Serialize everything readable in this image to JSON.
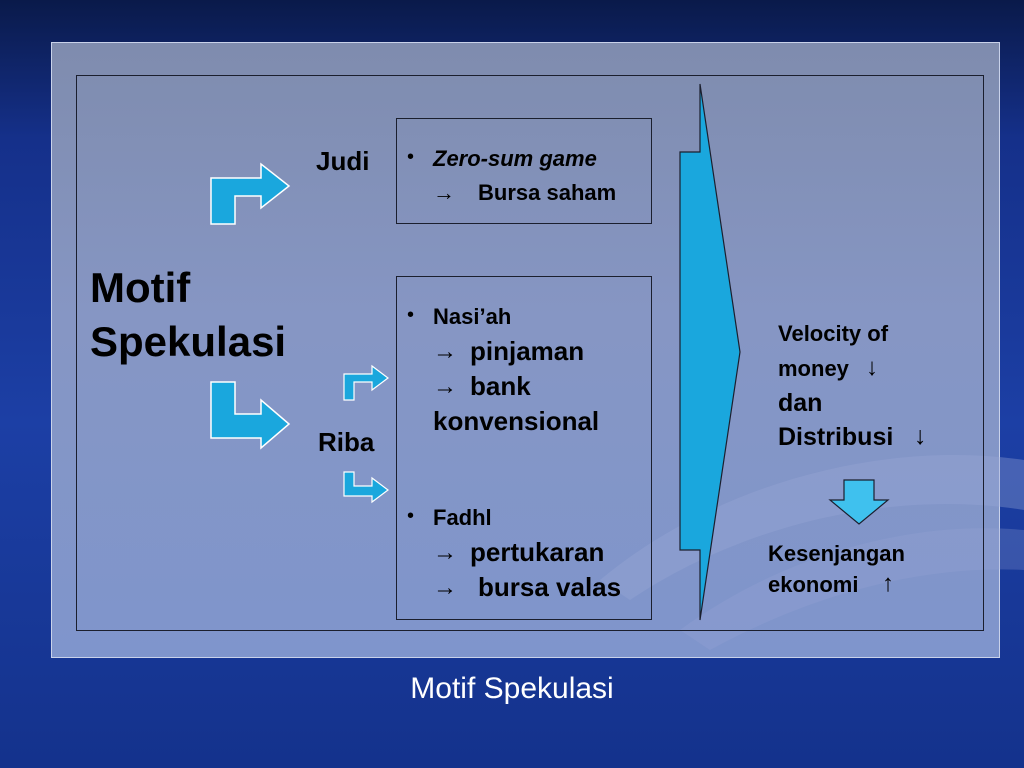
{
  "slide": {
    "caption": "Motif Spekulasi"
  },
  "diagram": {
    "main_label_line1": "Motif",
    "main_label_line2": "Spekulasi",
    "judi": {
      "label": "Judi",
      "bullet": "•",
      "item": "Zero-sum game",
      "arrow_glyph": "→",
      "sub": "Bursa saham"
    },
    "riba": {
      "label": "Riba",
      "nasiah": {
        "bullet": "•",
        "title": "Nasi’ah",
        "arrow_glyph": "→",
        "line1": "pinjaman",
        "line2": "bank",
        "line3": "konvensional"
      },
      "fadhl": {
        "bullet": "•",
        "title": "Fadhl",
        "arrow_glyph": "→",
        "line1": "pertukaran",
        "line2": "bursa valas"
      }
    },
    "result": {
      "line1": "Velocity of",
      "line2": "money",
      "line3": "dan",
      "line4": "Distribusi",
      "down_glyph": "↓",
      "outcome_line1": "Kesenjangan",
      "outcome_line2": "ekonomi",
      "up_glyph": "↑"
    },
    "colors": {
      "arrow_fill": "#1aa7dd",
      "arrow_fill_light": "#2bb6ea",
      "down_arrow_fill": "#3fc1ee",
      "panel": "#8696c4",
      "background": "#1c3fa5",
      "caption": "#ffffff"
    }
  }
}
